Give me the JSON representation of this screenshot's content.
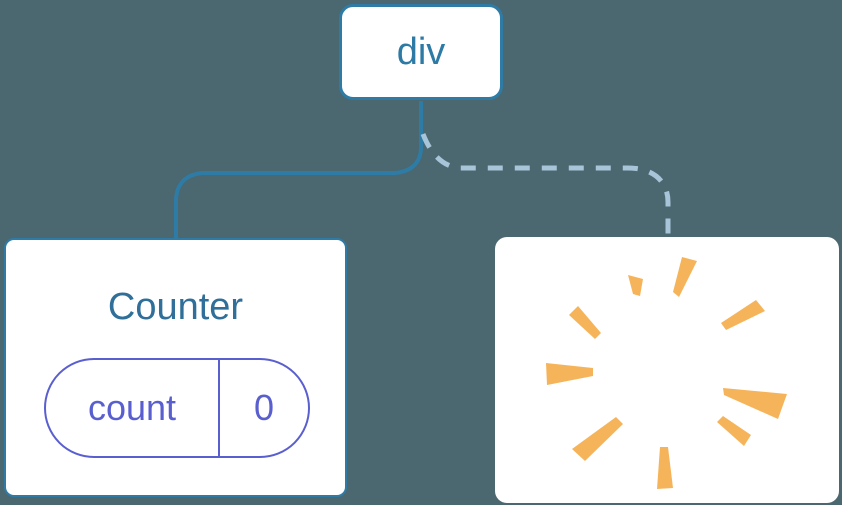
{
  "diagram": {
    "description": "Component tree diagram: root div element with one preserved Counter component (solid link) and one removed component shown as a poof burst (dashed link)",
    "root_node": {
      "label": "div"
    },
    "connectors": [
      {
        "name": "root-to-counter",
        "style": "solid"
      },
      {
        "name": "root-to-removed",
        "style": "dashed"
      }
    ],
    "counter_card": {
      "title": "Counter",
      "state_pill": {
        "key": "count",
        "value": "0"
      }
    },
    "removed_card": {
      "icon": "poof-burst-icon"
    },
    "colors": {
      "background": "#4b6770",
      "card_background": "#ffffff",
      "node_border_blue": "#2e7ca6",
      "solid_connector_blue": "#2e7ca6",
      "dashed_connector_blue": "#a7c4d8",
      "node_label_blue": "#2d7aa4",
      "component_title_blue": "#2f6f99",
      "state_pill_purple": "#5a5fd0",
      "poof_orange": "#f6b45a"
    }
  }
}
